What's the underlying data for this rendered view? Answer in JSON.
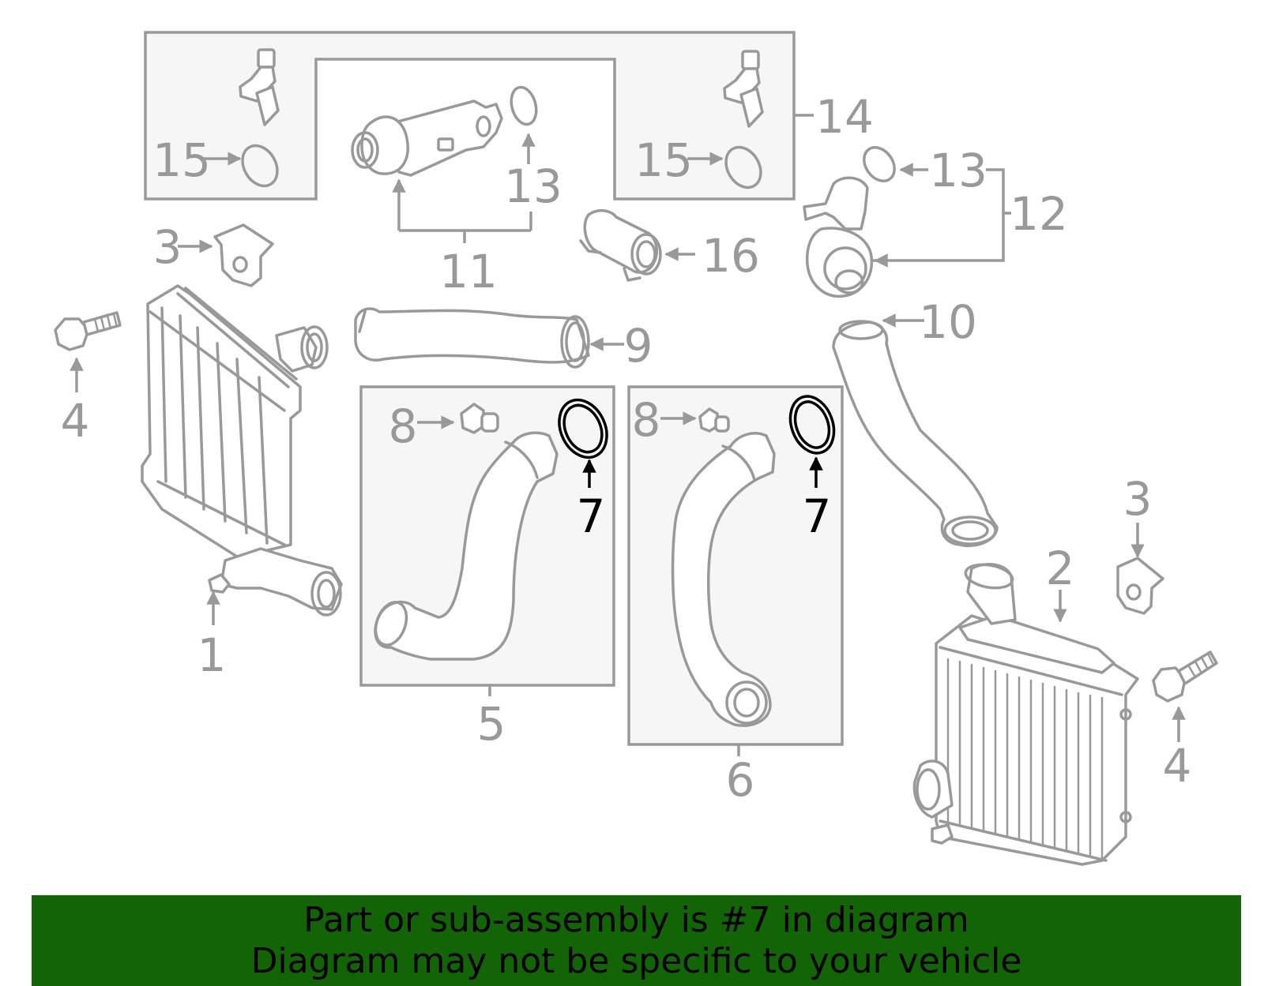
{
  "colors": {
    "line": "#999999",
    "highlight": "#000000",
    "banner_bg": "#136407",
    "box_fill": "#f6f6f6"
  },
  "callouts": {
    "c1": "1",
    "c2": "2",
    "c3a": "3",
    "c3b": "3",
    "c4a": "4",
    "c4b": "4",
    "c5": "5",
    "c6": "6",
    "c7a": "7",
    "c7b": "7",
    "c8a": "8",
    "c8b": "8",
    "c9": "9",
    "c10": "10",
    "c11": "11",
    "c12": "12",
    "c13a": "13",
    "c13b": "13",
    "c14": "14",
    "c15a": "15",
    "c15b": "15",
    "c16": "16"
  },
  "highlighted_part": "7",
  "banner": {
    "line1": "Part or sub-assembly is #7 in diagram",
    "line2": "Diagram may not be specific to your vehicle"
  }
}
